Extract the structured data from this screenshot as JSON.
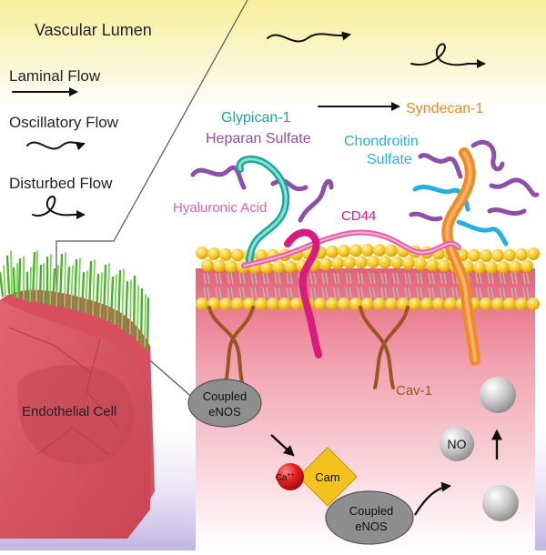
{
  "legend": {
    "title": "Vascular Lumen",
    "laminal": "Laminal Flow",
    "oscillatory": "Oscillatory Flow",
    "disturbed": "Disturbed Flow"
  },
  "labels": {
    "glypican": "Glypican-1",
    "heparan": "Heparan Sulfate",
    "chondroitin_1": "Chondroitin",
    "chondroitin_2": "Sulfate",
    "syndecan": "Syndecan-1",
    "hyaluronic": "Hyaluronic Acid",
    "cd44": "CD44",
    "cav1": "Cav-1",
    "endothelial": "Endothelial Cell"
  },
  "molecules": {
    "enos1_line1": "Coupled",
    "enos1_line2": "eNOS",
    "enos2_line1": "Coupled",
    "enos2_line2": "eNOS",
    "ca": "Ca",
    "ca_sup": "++",
    "cam": "Cam",
    "no": "NO"
  },
  "colors": {
    "glypican": "#19a89a",
    "heparan": "#8e4fa8",
    "chondroitin": "#25aee0",
    "syndecan": "#f08a24",
    "hyaluronic": "#e361a8",
    "cd44": "#d81b7d",
    "cav1": "#9a5523",
    "lipid": "#f3c21c",
    "tissue": "#e45a6b",
    "grass": "#5fbf3a"
  }
}
